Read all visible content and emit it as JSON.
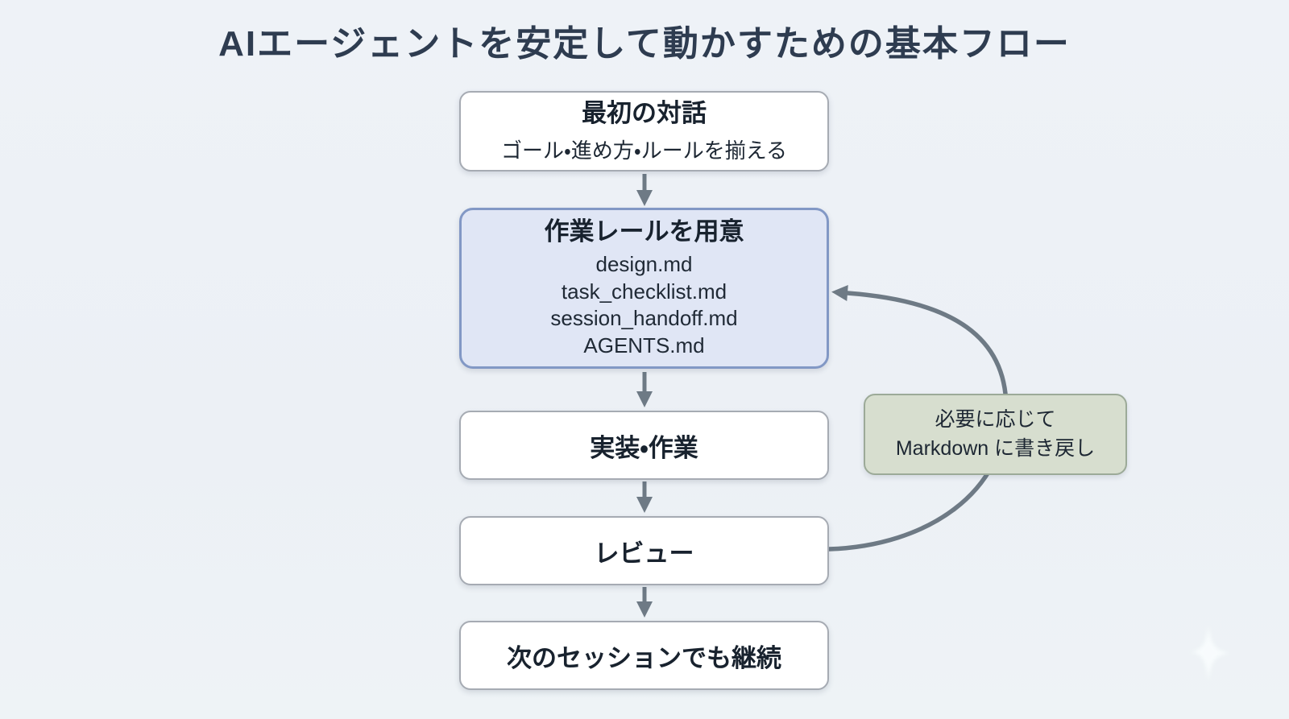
{
  "title": "AIエージェントを安定して動かすための基本フロー",
  "flow": {
    "nodes": [
      {
        "id": "first-dialogue",
        "title": "最初の対話",
        "subtitle": "ゴール・進め方・ルールを揃える"
      },
      {
        "id": "work-rails",
        "title": "作業レールを用意",
        "items": [
          "design.md",
          "task_checklist.md",
          "session_handoff.md",
          "AGENTS.md"
        ]
      },
      {
        "id": "implementation",
        "label": "実装・作業"
      },
      {
        "id": "review",
        "label": "レビュー"
      },
      {
        "id": "next-session",
        "label": "次のセッションでも継続"
      }
    ],
    "feedback_note": {
      "line1": "必要に応じて",
      "line2": "Markdown に書き戻し"
    }
  },
  "colors": {
    "background": "#edf1f6",
    "title_text": "#2e3c50",
    "box_text": "#18222e",
    "box_background": "#ffffff",
    "box_border": "#a6abb3",
    "highlight_box_background": "#e0e6f5",
    "highlight_box_border": "#8298c5",
    "note_box_background": "#d7decf",
    "note_box_border": "#9caa98",
    "arrow": "#6e7a85"
  }
}
